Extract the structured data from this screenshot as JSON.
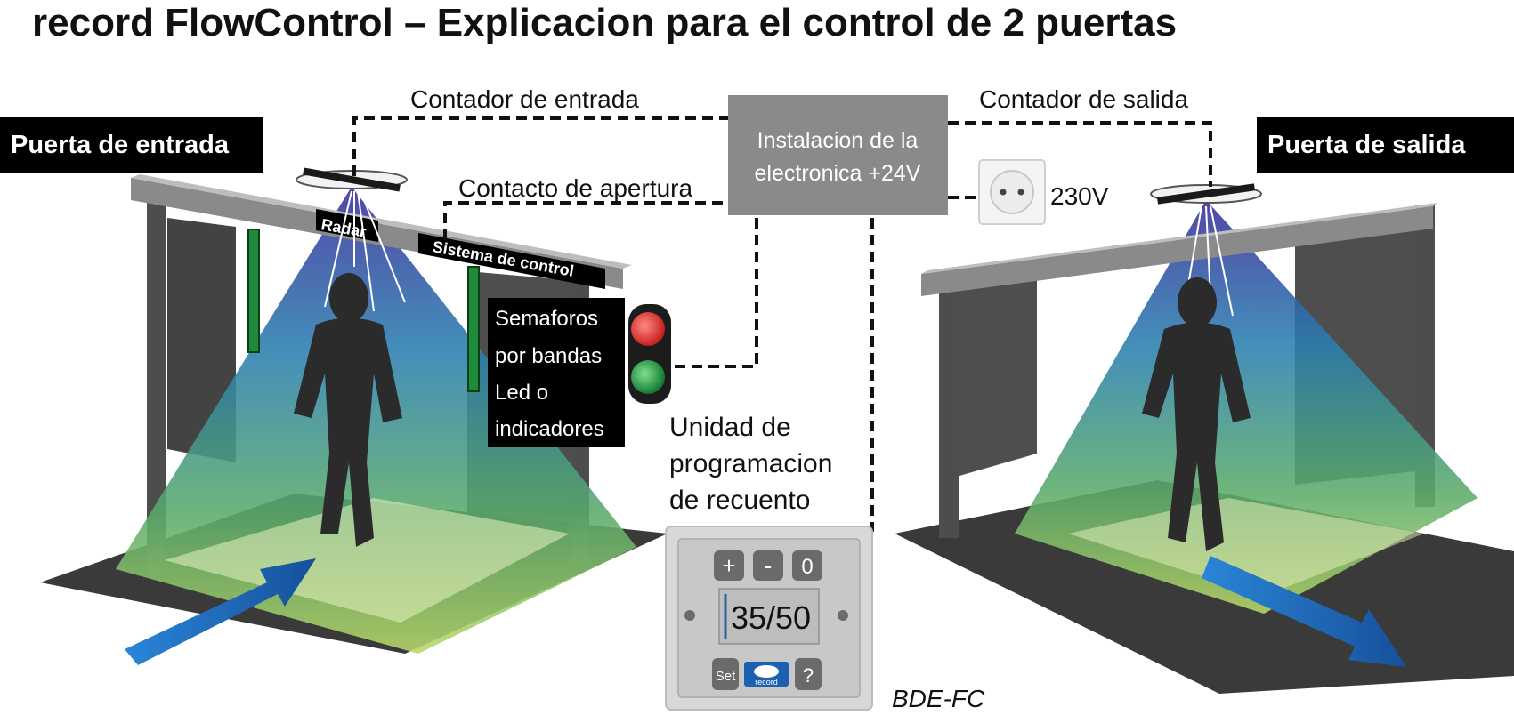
{
  "title": "record FlowControl – Explicacion para el control de 2 puertas",
  "labels": {
    "entry_door": "Puerta de entrada",
    "exit_door": "Puerta de salida",
    "entry_counter": "Contador de entrada",
    "exit_counter": "Contador de salida",
    "opening_contact": "Contacto de apertura",
    "radar": "Radar",
    "control_system": "Sistema de control",
    "electronics_lines": [
      "Instalacion de la",
      "electronica +24V"
    ],
    "power": "230V",
    "traffic_lights_lines": [
      "Semaforos",
      "por bandas",
      "Led o",
      "indicadores"
    ],
    "programming_unit_lines": [
      "Unidad de",
      "programacion",
      "de recuento"
    ],
    "device_model": "BDE-FC"
  },
  "keypad": {
    "btn_plus": "+",
    "btn_minus": "-",
    "btn_zero": "0",
    "display": "35/50",
    "btn_set": "Set",
    "btn_help": "?",
    "logo": "record"
  },
  "colors": {
    "label_bg": "#000000",
    "box_gray": "#8a8a8a",
    "beam_top": "#3a2e9a",
    "beam_bottom": "#9dcc55",
    "arrow_blue": "#1f6fc4",
    "light_red": "#e0302b",
    "light_green": "#1f9a3f",
    "led_green": "#1e8a3a"
  }
}
